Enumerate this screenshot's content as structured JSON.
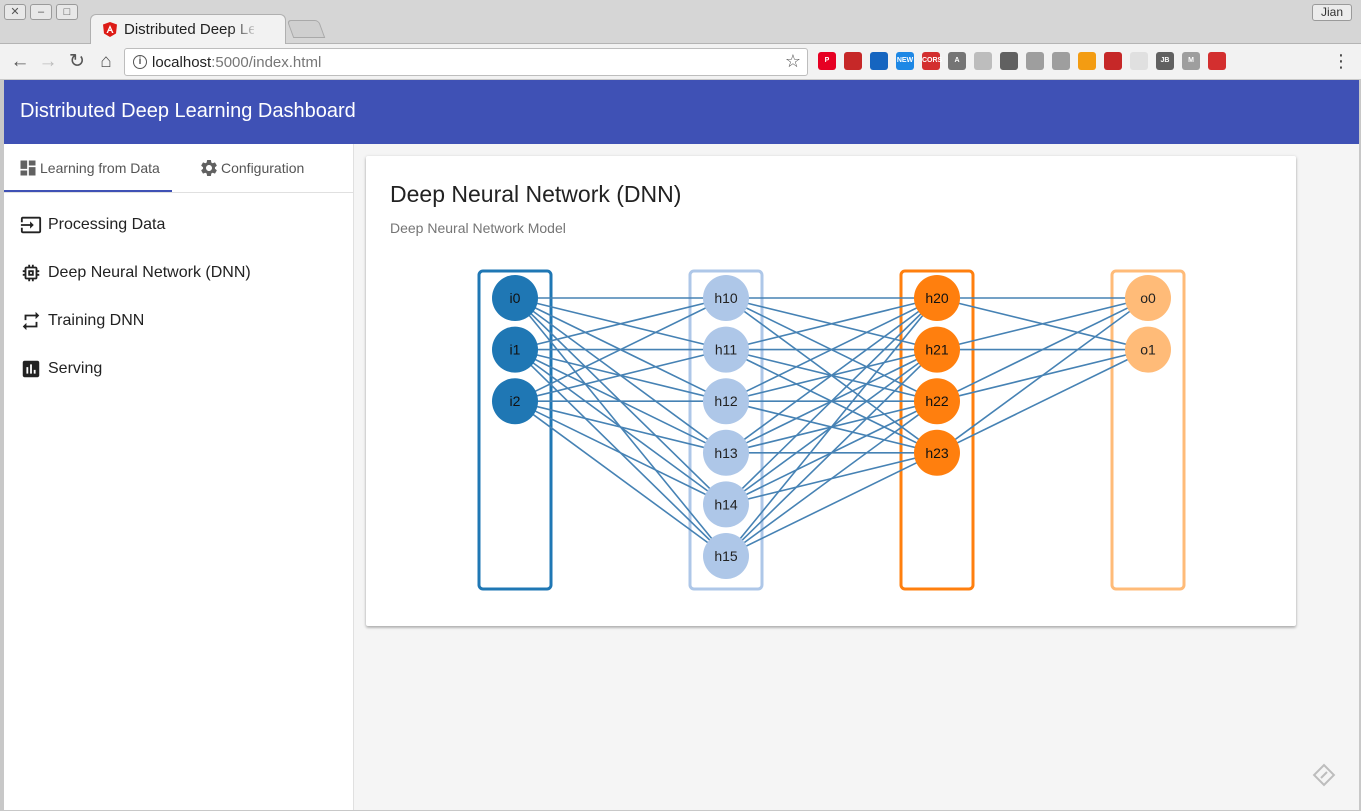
{
  "browser": {
    "tab_title": "Distributed Deep Learning Dashboard",
    "url_host": "localhost",
    "url_path": ":5000/index.html",
    "user": "Jian",
    "extensions": [
      {
        "name": "pinterest-icon",
        "color": "#e60023",
        "label": "P"
      },
      {
        "name": "spy-icon",
        "color": "#c62828",
        "label": ""
      },
      {
        "name": "globe-icon",
        "color": "#1565c0",
        "label": ""
      },
      {
        "name": "new-badge-icon",
        "color": "#1e88e5",
        "label": "NEW"
      },
      {
        "name": "cors-icon",
        "color": "#d32f2f",
        "label": "CORS"
      },
      {
        "name": "angular-icon",
        "color": "#757575",
        "label": "A"
      },
      {
        "name": "sync-icon",
        "color": "#bdbdbd",
        "label": ""
      },
      {
        "name": "box-icon",
        "color": "#616161",
        "label": ""
      },
      {
        "name": "paw-icon",
        "color": "#9e9e9e",
        "label": ""
      },
      {
        "name": "screen-icon",
        "color": "#9e9e9e",
        "label": ""
      },
      {
        "name": "rss-icon",
        "color": "#f39c12",
        "label": ""
      },
      {
        "name": "play-icon",
        "color": "#c62828",
        "label": ""
      },
      {
        "name": "window-icon",
        "color": "#e0e0e0",
        "label": ""
      },
      {
        "name": "jb-icon",
        "color": "#616161",
        "label": "JB"
      },
      {
        "name": "m-icon",
        "color": "#9e9e9e",
        "label": "M"
      },
      {
        "name": "recorder-icon",
        "color": "#d32f2f",
        "label": ""
      }
    ]
  },
  "appbar": {
    "title": "Distributed Deep Learning Dashboard"
  },
  "tabs": [
    {
      "label": "Learning from Data",
      "icon": "dashboard-icon",
      "active": true
    },
    {
      "label": "Configuration",
      "icon": "gear-icon",
      "active": false
    }
  ],
  "nav": [
    {
      "label": "Processing Data",
      "icon": "input-icon"
    },
    {
      "label": "Deep Neural Network (DNN)",
      "icon": "chip-icon"
    },
    {
      "label": "Training DNN",
      "icon": "repeat-icon"
    },
    {
      "label": "Serving",
      "icon": "chart-icon"
    }
  ],
  "card": {
    "title": "Deep Neural Network (DNN)",
    "subtitle": "Deep Neural Network Model"
  },
  "network": {
    "edge_color": "#4682b4",
    "layers": [
      {
        "nodes": [
          "i0",
          "i1",
          "i2"
        ],
        "fill": "#1f77b4",
        "border": "#1f77b4",
        "text_color": "#111111"
      },
      {
        "nodes": [
          "h10",
          "h11",
          "h12",
          "h13",
          "h14",
          "h15"
        ],
        "fill": "#aec7e8",
        "border": "#aec7e8",
        "text_color": "#222222"
      },
      {
        "nodes": [
          "h20",
          "h21",
          "h22",
          "h23"
        ],
        "fill": "#ff7f0e",
        "border": "#ff7f0e",
        "text_color": "#111111"
      },
      {
        "nodes": [
          "o0",
          "o1"
        ],
        "fill": "#ffbb78",
        "border": "#ffbb78",
        "text_color": "#222222"
      }
    ]
  }
}
